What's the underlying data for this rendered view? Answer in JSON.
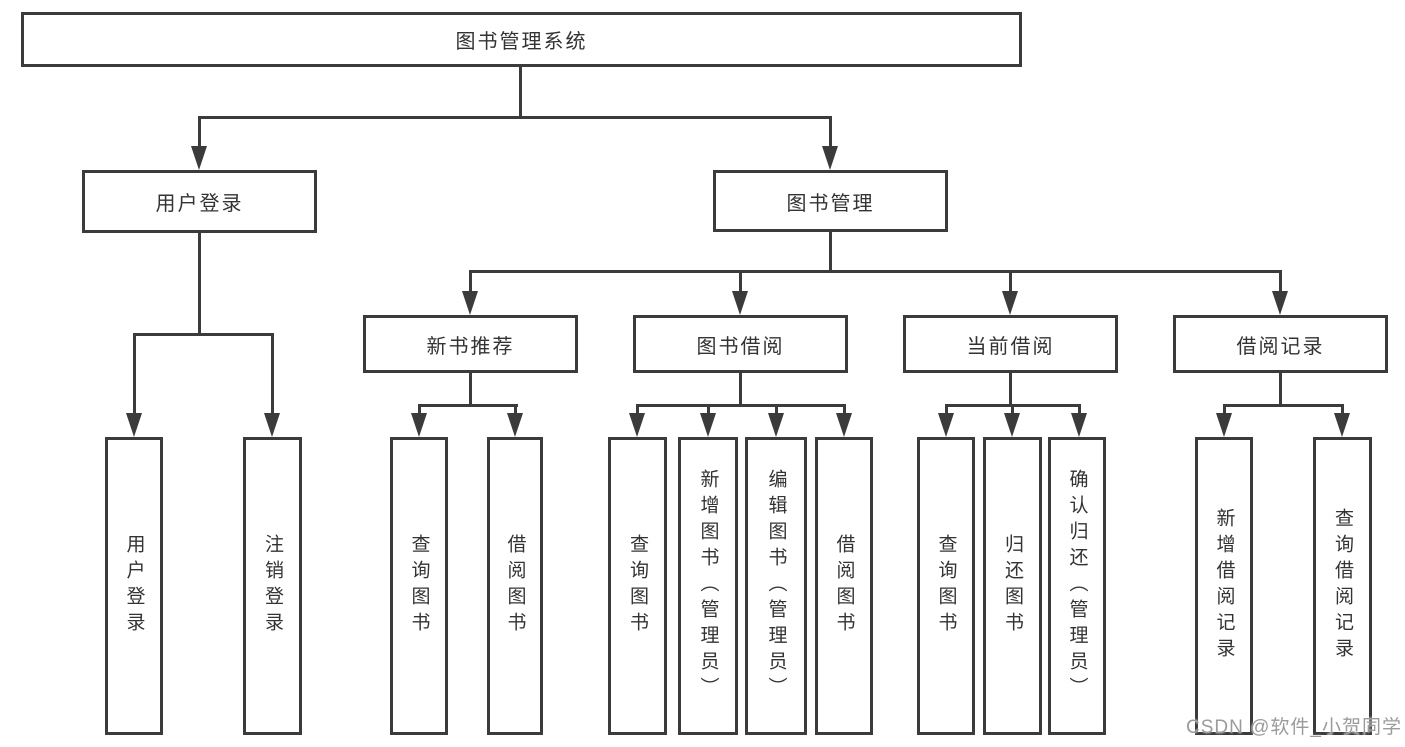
{
  "diagram": {
    "root": {
      "label": "图书管理系统"
    },
    "branches": [
      {
        "label": "用户登录",
        "children": [
          {
            "label": "用户登录"
          },
          {
            "label": "注销登录"
          }
        ]
      },
      {
        "label": "图书管理",
        "children": [
          {
            "label": "新书推荐",
            "children": [
              {
                "label": "查询图书"
              },
              {
                "label": "借阅图书"
              }
            ]
          },
          {
            "label": "图书借阅",
            "children": [
              {
                "label": "查询图书"
              },
              {
                "label": "新增图书（管理员）"
              },
              {
                "label": "编辑图书（管理员）"
              },
              {
                "label": "借阅图书"
              }
            ]
          },
          {
            "label": "当前借阅",
            "children": [
              {
                "label": "查询图书"
              },
              {
                "label": "归还图书"
              },
              {
                "label": "确认归还（管理员）"
              }
            ]
          },
          {
            "label": "借阅记录",
            "children": [
              {
                "label": "新增借阅记录"
              },
              {
                "label": "查询借阅记录"
              }
            ]
          }
        ]
      }
    ]
  },
  "watermark": {
    "text": "CSDN @软件_小贺同学"
  },
  "colors": {
    "line": "#3b3b3b",
    "text": "#333333",
    "background": "#ffffff",
    "watermark": "#9b9b9f"
  }
}
